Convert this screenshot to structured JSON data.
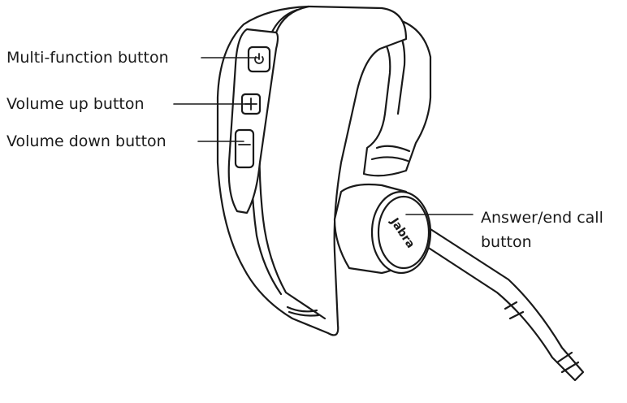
{
  "labels": {
    "multi_function": "Multi-function button",
    "volume_up": "Volume up button",
    "volume_down": "Volume down button",
    "answer_end_line1": "Answer/end call",
    "answer_end_line2": "button"
  },
  "device": {
    "brand_mark": "Jabra",
    "button_symbols": {
      "multi_function": "power-icon",
      "volume_up": "+",
      "volume_down": "−"
    }
  },
  "colors": {
    "line": "#1a1a1a",
    "fill": "#ffffff"
  }
}
